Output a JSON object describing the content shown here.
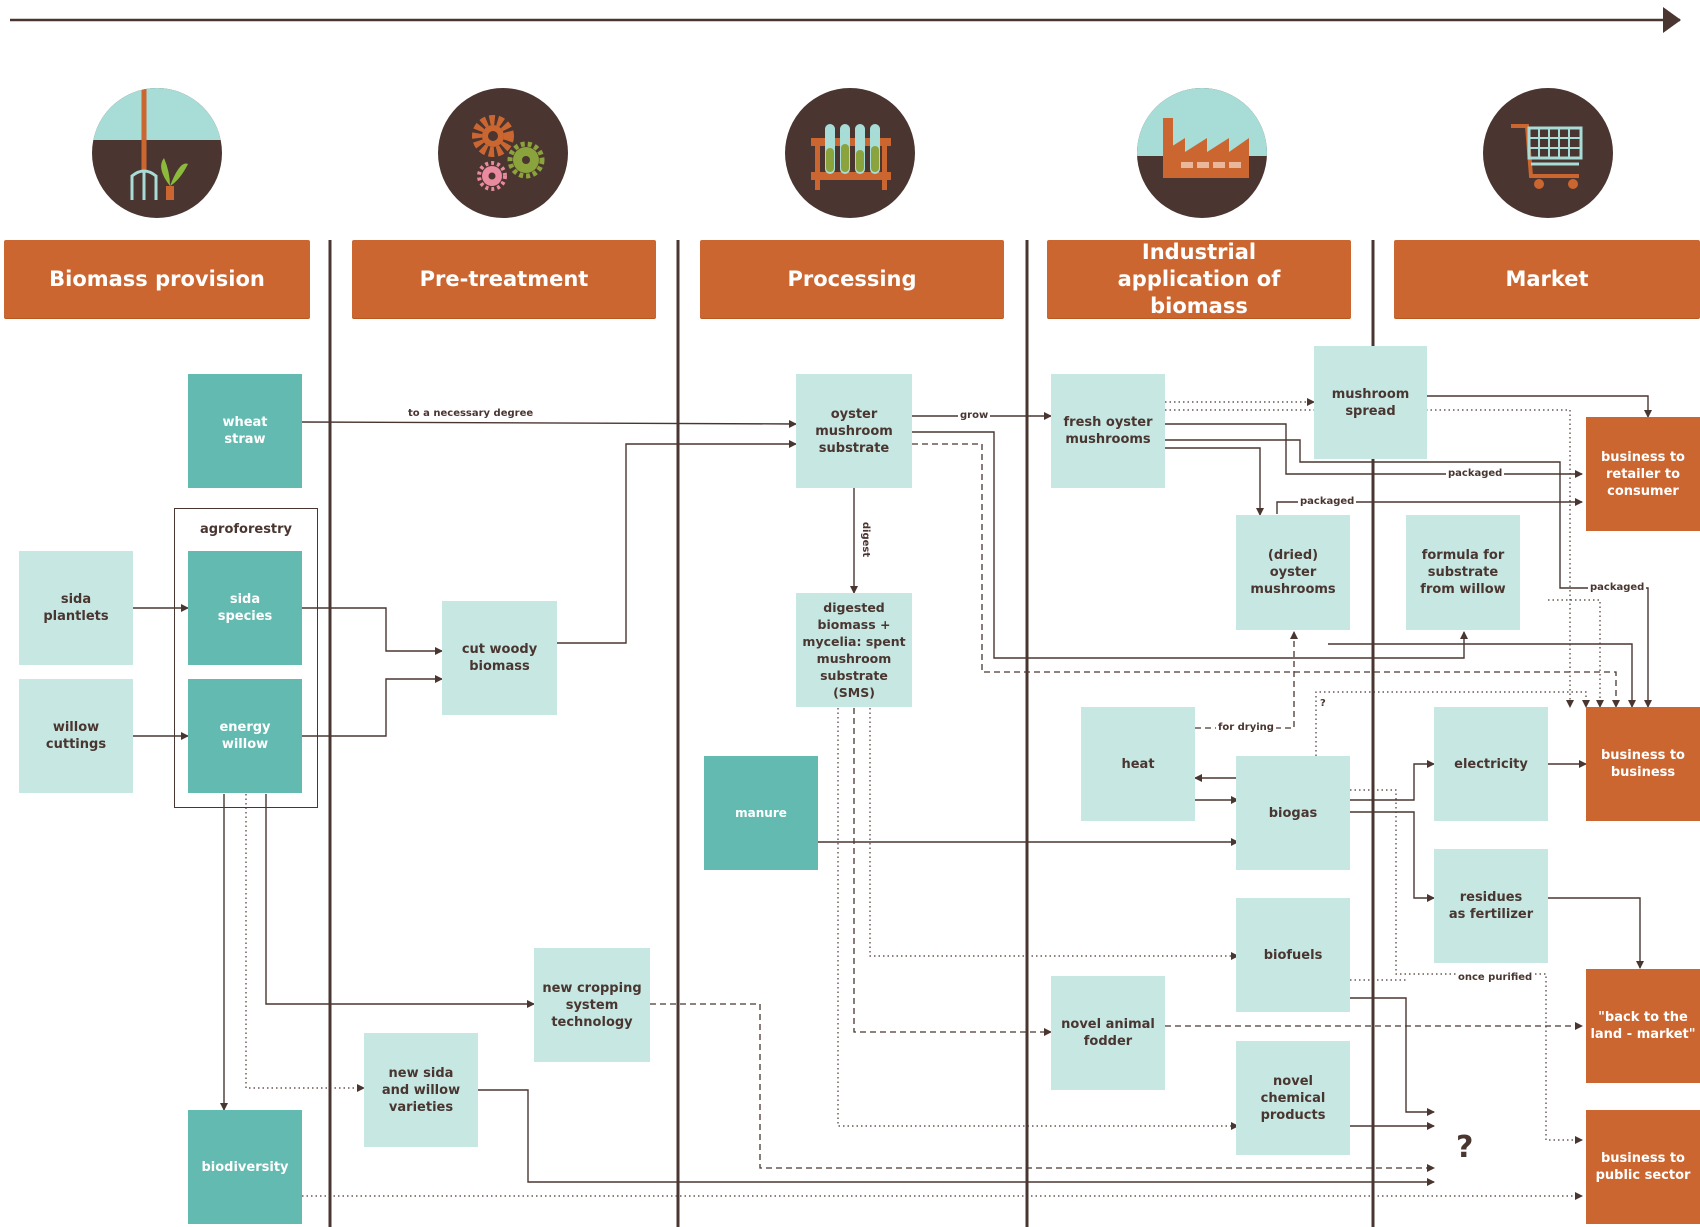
{
  "stages": [
    {
      "label": "Biomass provision",
      "icon": "pitchfork-plant-icon"
    },
    {
      "label": "Pre-treatment",
      "icon": "gears-icon"
    },
    {
      "label": "Processing",
      "icon": "test-tubes-icon"
    },
    {
      "label": "Industrial application of biomass",
      "icon": "factory-icon"
    },
    {
      "label": "Market",
      "icon": "shopping-cart-icon"
    }
  ],
  "nodes": {
    "wheat_straw": "wheat\nstraw",
    "agroforestry": "agroforestry",
    "sida_plantlets": "sida\nplantlets",
    "sida_species": "sida\nspecies",
    "willow_cuttings": "willow\ncuttings",
    "energy_willow": "energy\nwillow",
    "biodiversity": "biodiversity",
    "cut_woody_biomass": "cut woody\nbiomass",
    "new_cropping": "new cropping\nsystem\ntechnology",
    "new_sida_willow": "new sida\nand willow\nvarieties",
    "oyster_substrate": "oyster\nmushroom\nsubstrate",
    "digested_biomass": "digested\nbiomass +\nmycelia: spent\nmushroom\nsubstrate\n(SMS)",
    "manure": "manure",
    "fresh_oyster": "fresh oyster\nmushrooms",
    "mushroom_spread": "mushroom\nspread",
    "dried_oyster": "(dried)\noyster\nmushrooms",
    "formula": "formula for\nsubstrate\nfrom willow",
    "heat": "heat",
    "biogas": "biogas",
    "electricity": "electricity",
    "residues": "residues\nas fertilizer",
    "biofuels": "biofuels",
    "animal_fodder": "novel animal\nfodder",
    "chemical_products": "novel\nchemical\nproducts",
    "b2c": "business to\nretailer to\nconsumer",
    "b2b": "business to\nbusiness",
    "back_to_land": "\"back to the\nland - market\"",
    "public_sector": "business to\npublic sector"
  },
  "edge_labels": {
    "necessary_degree": "to a necessary degree",
    "grow": "grow",
    "digest": "digest",
    "packaged_1": "packaged",
    "packaged_2": "packaged",
    "packaged_3": "packaged",
    "for_drying": "for drying",
    "question_small": "?",
    "once_purified": "once purified",
    "question_big": "?"
  },
  "colors": {
    "orange": "#cc6630",
    "dark_brown": "#4a3530",
    "light_teal": "#c7e7e3",
    "dark_teal": "#63bab0",
    "sky": "#a8dcd6"
  }
}
